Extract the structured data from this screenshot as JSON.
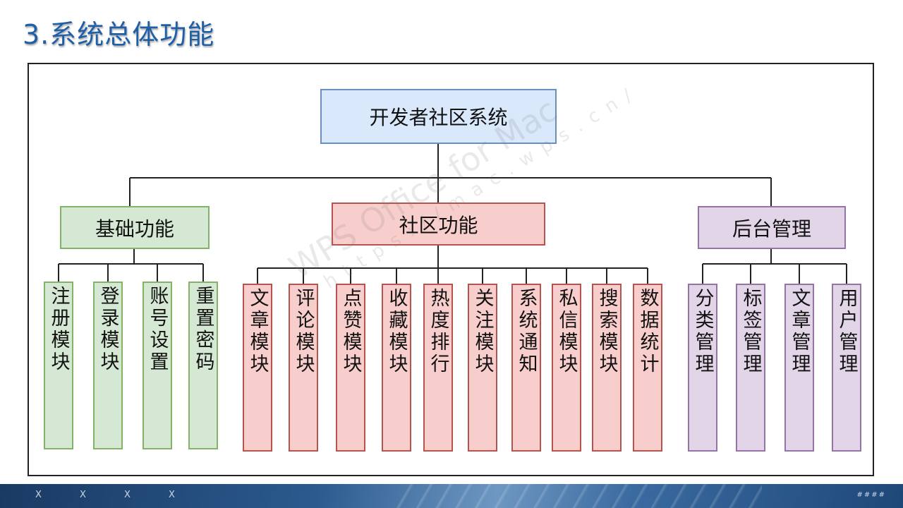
{
  "slide": {
    "title": "3.系统总体功能"
  },
  "diagram": {
    "root": "开发者社区系统",
    "categories": [
      {
        "label": "基础功能",
        "leaves": [
          "注册模块",
          "登录模块",
          "账号设置",
          "重置密码"
        ]
      },
      {
        "label": "社区功能",
        "leaves": [
          "文章模块",
          "评论模块",
          "点赞模块",
          "收藏模块",
          "热度排行",
          "关注模块",
          "系统通知",
          "私信模块",
          "搜索模块",
          "数据统计"
        ]
      },
      {
        "label": "后台管理",
        "leaves": [
          "分类管理",
          "标签管理",
          "文章管理",
          "用户管理"
        ]
      }
    ]
  },
  "watermark": {
    "main": "WPS Office for Mac",
    "sub": "https://mac.wps.cn/"
  },
  "footer": {
    "marks": [
      "X",
      "X",
      "X",
      "X"
    ],
    "page": "####"
  },
  "colors": {
    "title": "#1f5fa8",
    "root_fill": "#dae8fc",
    "root_border": "#6c8ebf",
    "green_fill": "#d5e8d4",
    "green_border": "#82b366",
    "red_fill": "#f8cecc",
    "red_border": "#b85450",
    "purple_fill": "#e1d5e7",
    "purple_border": "#9673a6",
    "footer": "#2a5a8e"
  }
}
